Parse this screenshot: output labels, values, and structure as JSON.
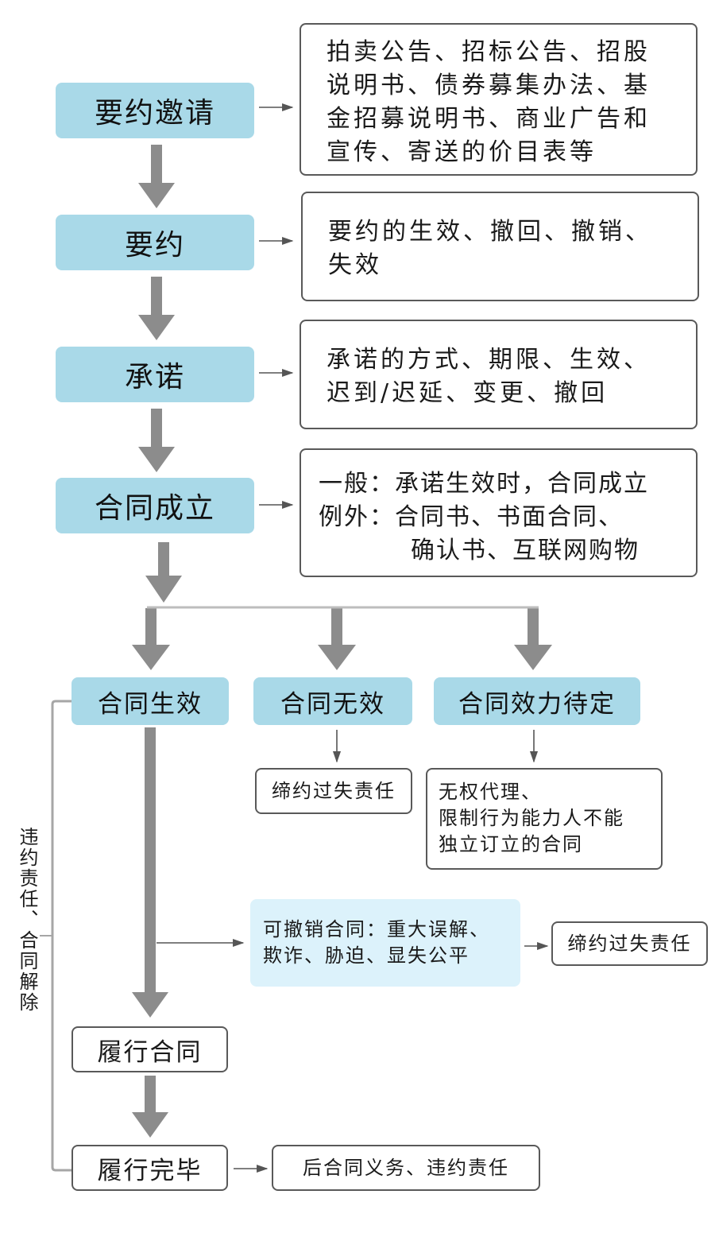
{
  "stages": {
    "invitation": "要约邀请",
    "offer": "要约",
    "acceptance": "承诺",
    "formed": "合同成立",
    "effective": "合同生效",
    "invalid": "合同无效",
    "pending": "合同效力待定",
    "perform": "履行合同",
    "performed": "履行完毕"
  },
  "notes": {
    "invitation": [
      "拍卖公告、招标公告、招股",
      "说明书、债券募集办法、基",
      "金招募说明书、商业广告和",
      "宣传、寄送的价目表等"
    ],
    "offer": [
      "要约的生效、撤回、撤销、",
      "失效"
    ],
    "acceptance": [
      "承诺的方式、期限、生效、",
      "迟到/迟延、变更、撤回"
    ],
    "formed": [
      "一般：承诺生效时，合同成立",
      "例外：合同书、书面合同、",
      "确认书、互联网购物"
    ],
    "invalid": "缔约过失责任",
    "pending": [
      "无权代理、",
      "限制行为能力人不能",
      "独立订立的合同"
    ],
    "revocable": [
      "可撤销合同：重大误解、",
      "欺诈、胁迫、显失公平"
    ],
    "revocable_result": "缔约过失责任",
    "performed": "后合同义务、违约责任"
  },
  "side_label": "违约责任、合同解除"
}
